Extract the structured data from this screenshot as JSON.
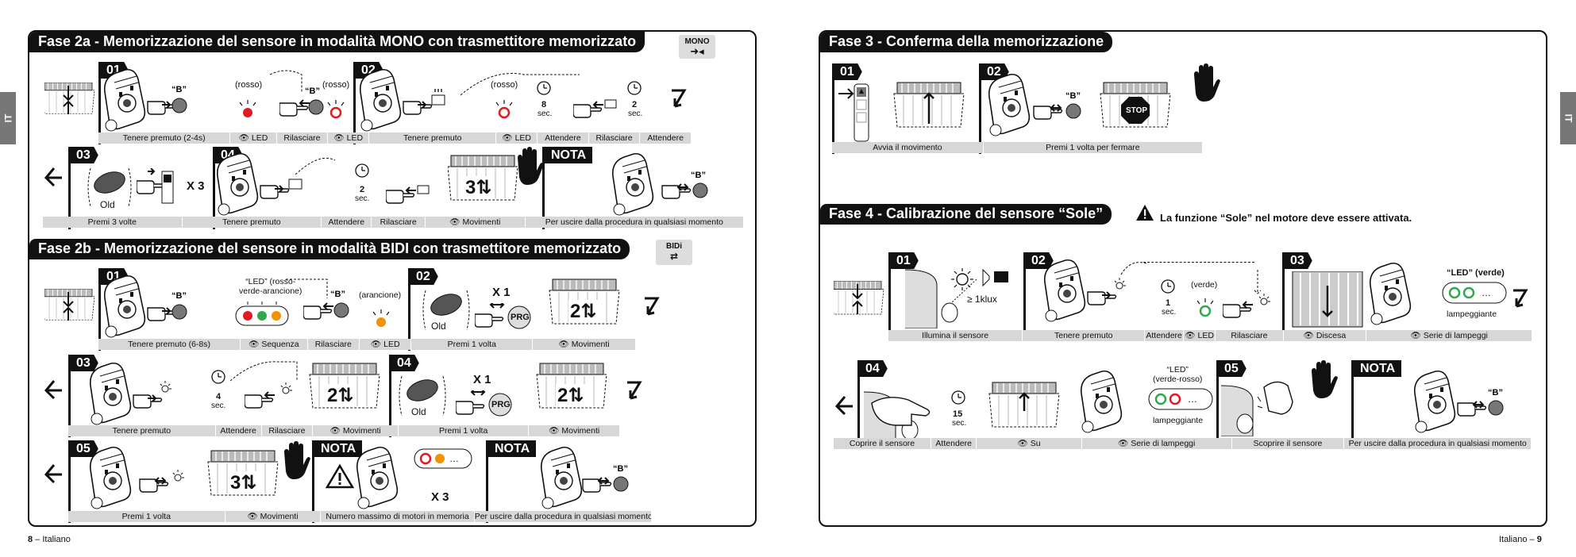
{
  "side_tab": {
    "left": "IT",
    "right": "IT"
  },
  "left": {
    "phase2a": {
      "title": "Fase 2a - Memorizzazione del sensore in modalità MONO con trasmettitore memorizzato",
      "logo": "MONO",
      "row1": {
        "step1": "01",
        "step2": "02",
        "key_b": "“B”",
        "red1": "(rosso)",
        "red2": "(rosso)",
        "red3": "(rosso)",
        "sec8": "8",
        "sec2": "2",
        "sec": "sec.",
        "captions": [
          "Tenere premuto (2-4s)",
          "👁 LED",
          "Rilasciare",
          "👁 LED",
          "Tenere premuto",
          "👁 LED",
          "Attendere",
          "Rilasciare",
          "Attendere"
        ]
      },
      "row2": {
        "step3": "03",
        "step4": "04",
        "old": "Old",
        "x3": "X 3",
        "sec2": "2",
        "sec": "sec.",
        "moves": "3⇅",
        "nota": "NOTA",
        "key_b": "“B”",
        "captions": [
          "Premi 3 volte",
          "Tenere premuto",
          "Attendere",
          "Rilasciare",
          "👁 Movimenti",
          "Per uscire dalla procedura in qualsiasi momento"
        ]
      }
    },
    "phase2b": {
      "title": "Fase 2b - Memorizzazione del sensore in modalità BIDI con trasmettitore memorizzato",
      "logo": "BIDi",
      "row1": {
        "step1": "01",
        "step2": "02",
        "key_b": "“B”",
        "key_b2": "“B”",
        "led_label": "“LED” (rosso-\nverde-arancione)",
        "orange": "(arancione)",
        "old": "Old",
        "x1": "X 1",
        "prg": "PRG",
        "moves": "2⇅",
        "captions": [
          "Tenere premuto (6-8s)",
          "👁 Sequenza",
          "Rilasciare",
          "👁 LED",
          "Premi 1 volta",
          "👁 Movimenti"
        ]
      },
      "row2": {
        "step3": "03",
        "step4": "04",
        "sec4": "4",
        "sec": "sec.",
        "moves": "2⇅",
        "old": "Old",
        "x1": "X 1",
        "prg": "PRG",
        "moves2": "2⇅",
        "captions": [
          "Tenere premuto",
          "Attendere",
          "Rilasciare",
          "👁 Movimenti",
          "Premi 1 volta",
          "👁 Movimenti"
        ]
      },
      "row3": {
        "step5": "05",
        "moves": "3⇅",
        "nota1": "NOTA",
        "nota2": "NOTA",
        "x3": "X 3",
        "key_b": "“B”",
        "captions": [
          "Premi 1 volta",
          "👁 Movimenti",
          "Numero massimo di motori in memoria",
          "Per uscire dalla procedura in qualsiasi momento"
        ]
      }
    },
    "footer": {
      "page": "8",
      "lang": " – Italiano"
    }
  },
  "right": {
    "phase3": {
      "title": "Fase 3 - Conferma della memorizzazione",
      "step1": "01",
      "step2": "02",
      "key_b": "“B”",
      "stop": "STOP",
      "captions": [
        "Avvia il movimento",
        "Premi 1 volta per fermare"
      ]
    },
    "phase4": {
      "title": "Fase 4 - Calibrazione del sensore “Sole”",
      "warning": "La funzione “Sole” nel motore deve essere attivata.",
      "row1": {
        "step1": "01",
        "step2": "02",
        "step3": "03",
        "klux": "≥ 1klux",
        "sec1": "1",
        "sec": "sec.",
        "green": "(verde)",
        "led_green": "“LED” (verde)",
        "blinking": "lampeggiante",
        "captions": [
          "Illumina il sensore",
          "Tenere premuto",
          "Attendere",
          "👁 LED",
          "Rilasciare",
          "👁 Discesa",
          "👁 Serie di lampeggi"
        ]
      },
      "row2": {
        "step4": "04",
        "step5": "05",
        "sec15": "15",
        "sec": "sec.",
        "led_gr": "“LED”\n(verde-rosso)",
        "blinking": "lampeggiante",
        "nota": "NOTA",
        "key_b": "“B”",
        "captions": [
          "Coprire il sensore",
          "Attendere",
          "👁 Su",
          "👁 Serie di lampeggi",
          "Scoprire il sensore",
          "Per uscire dalla procedura in qualsiasi momento"
        ]
      }
    },
    "footer": {
      "lang": "Italiano – ",
      "page": "9"
    }
  },
  "colors": {
    "ink": "#111111",
    "caption_bg": "#d7d7d7",
    "red": "#e11b22",
    "green": "#2fa84f",
    "orange": "#f39200",
    "tab": "#777777"
  }
}
